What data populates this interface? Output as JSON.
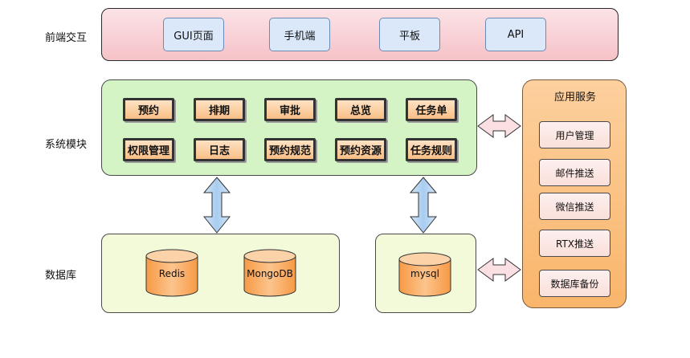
{
  "rows": {
    "frontend": "前端交互",
    "system": "系统模块",
    "database": "数据库"
  },
  "frontend": {
    "items": [
      "GUI页面",
      "手机端",
      "平板",
      "API"
    ]
  },
  "system": {
    "modules": [
      "预约",
      "排期",
      "审批",
      "总览",
      "任务单",
      "权限管理",
      "日志",
      "预约规范",
      "预约资源",
      "任务规则"
    ]
  },
  "databases": {
    "left": [
      "Redis",
      "MongoDB"
    ],
    "right": [
      "mysql"
    ]
  },
  "app_services": {
    "title": "应用服务",
    "items": [
      "用户管理",
      "邮件推送",
      "微信推送",
      "RTX推送",
      "数据库备份"
    ]
  },
  "colors": {
    "frontend_panel": "#f5c2c8",
    "frontend_chip": "#dbe8fa",
    "system_panel": "#d5f4c6",
    "module_fill": "#f9bf86",
    "db_panel": "#f2fad9",
    "cylinder": "#f9a85a",
    "app_panel": "#f9b56b",
    "arrow_blue": "#a9cdf0",
    "arrow_pink": "#fbe0e3"
  }
}
